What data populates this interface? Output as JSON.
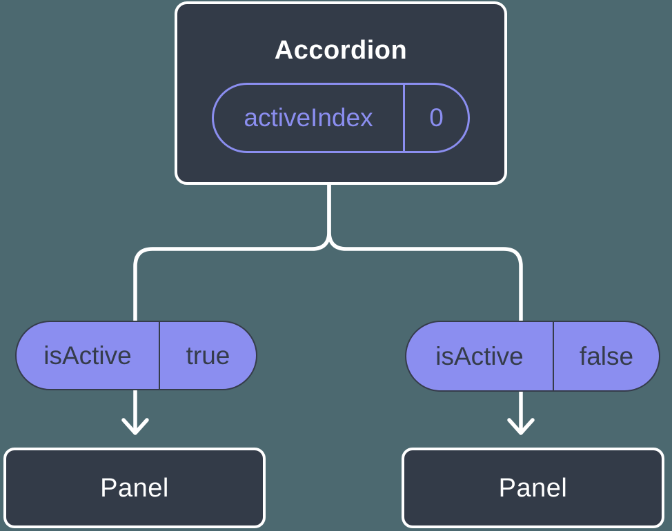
{
  "diagram": {
    "root": {
      "title": "Accordion",
      "prop_name": "activeIndex",
      "prop_value": "0"
    },
    "left_branch": {
      "state_name": "isActive",
      "state_value": "true",
      "child_title": "Panel"
    },
    "right_branch": {
      "state_name": "isActive",
      "state_value": "false",
      "child_title": "Panel"
    }
  },
  "colors": {
    "background": "#4c6970",
    "nodeFill": "#333b48",
    "accent": "#8b8ef0",
    "connector": "#ffffff",
    "pillText": "#353c4a",
    "titleText": "#ffffff"
  }
}
